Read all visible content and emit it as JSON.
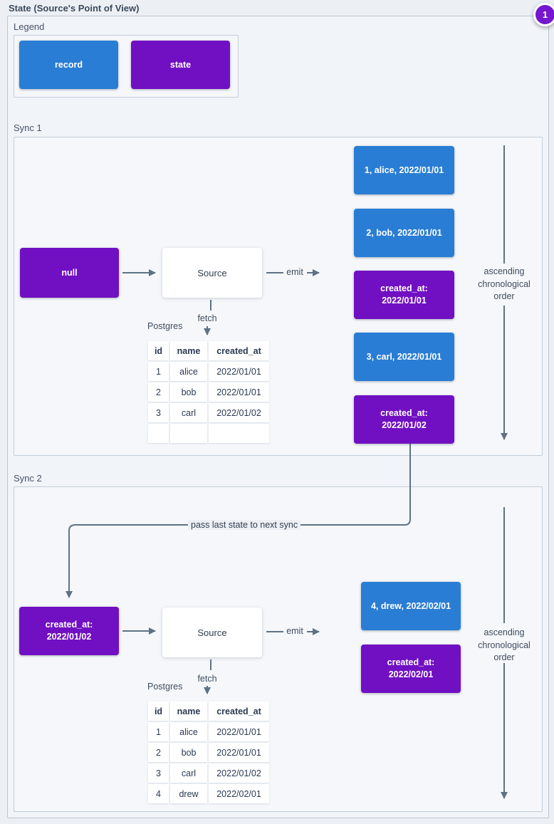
{
  "page": {
    "title": "State (Source's Point of View)",
    "badge_label": "1"
  },
  "colors": {
    "record_blue": "#2a7dd4",
    "state_purple": "#7010c2",
    "badge_purple": "#7517cf",
    "arrow_gray": "#5e7284"
  },
  "legend": {
    "title": "Legend",
    "items": [
      {
        "type": "record",
        "label": "record"
      },
      {
        "type": "state",
        "label": "state"
      }
    ]
  },
  "sync1": {
    "title": "Sync 1",
    "input_state": {
      "type": "state",
      "label": "null"
    },
    "source_label": "Source",
    "emit_label": "emit",
    "fetch_label": "fetch",
    "database_label": "Postgres",
    "table": {
      "headers": [
        "id",
        "name",
        "created_at"
      ],
      "rows": [
        [
          "1",
          "alice",
          "2022/01/01"
        ],
        [
          "2",
          "bob",
          "2022/01/01"
        ],
        [
          "3",
          "carl",
          "2022/01/02"
        ],
        [
          "",
          "",
          ""
        ]
      ]
    },
    "stream": [
      {
        "type": "record",
        "line1": "1, alice, 2022/01/01",
        "line2": ""
      },
      {
        "type": "record",
        "line1": "2, bob, 2022/01/01",
        "line2": ""
      },
      {
        "type": "state",
        "line1": "created_at:",
        "line2": "2022/01/01"
      },
      {
        "type": "record",
        "line1": "3, carl, 2022/01/01",
        "line2": ""
      },
      {
        "type": "state",
        "line1": "created_at:",
        "line2": "2022/01/02"
      }
    ],
    "order_label": "ascending chronological order"
  },
  "connector": {
    "label": "pass last state to next sync"
  },
  "sync2": {
    "title": "Sync 2",
    "input_state": {
      "type": "state",
      "line1": "created_at:",
      "line2": "2022/01/02"
    },
    "source_label": "Source",
    "emit_label": "emit",
    "fetch_label": "fetch",
    "database_label": "Postgres",
    "table": {
      "headers": [
        "id",
        "name",
        "created_at"
      ],
      "rows": [
        [
          "1",
          "alice",
          "2022/01/01"
        ],
        [
          "2",
          "bob",
          "2022/01/01"
        ],
        [
          "3",
          "carl",
          "2022/01/02"
        ],
        [
          "4",
          "drew",
          "2022/02/01"
        ]
      ]
    },
    "stream": [
      {
        "type": "record",
        "line1": "4, drew, 2022/02/01",
        "line2": ""
      },
      {
        "type": "state",
        "line1": "created_at:",
        "line2": "2022/02/01"
      }
    ],
    "order_label": "ascending chronological order"
  }
}
